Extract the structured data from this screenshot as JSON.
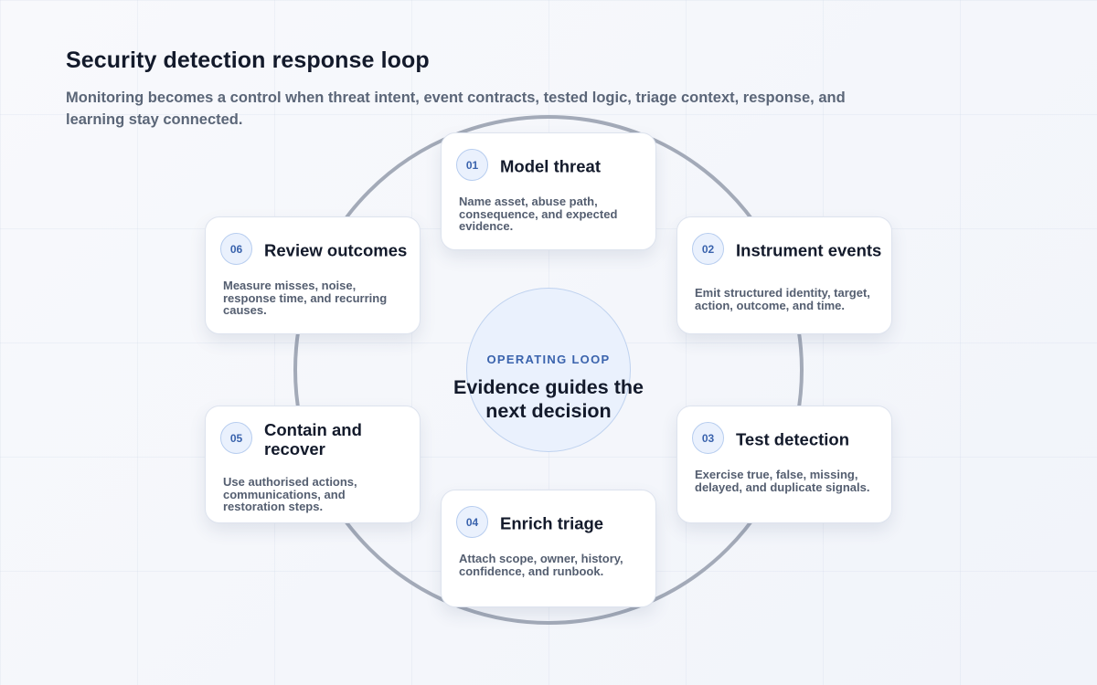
{
  "header": {
    "title": "Security detection response loop",
    "subtitle": "Monitoring becomes a control when threat intent, event contracts, tested logic, triage context, response, and learning stay connected."
  },
  "center": {
    "kicker": "OPERATING LOOP",
    "text": "Evidence guides the next decision"
  },
  "steps": [
    {
      "number": "01",
      "title": "Model threat",
      "description": "Name asset, abuse path, consequence, and expected evidence."
    },
    {
      "number": "02",
      "title": "Instrument events",
      "description": "Emit structured identity, target, action, outcome, and time."
    },
    {
      "number": "03",
      "title": "Test detection",
      "description": "Exercise true, false, missing, delayed, and duplicate signals."
    },
    {
      "number": "04",
      "title": "Enrich triage",
      "description": "Attach scope, owner, history, confidence, and runbook."
    },
    {
      "number": "05",
      "title": "Contain and recover",
      "description": "Use authorised actions, communications, and restoration steps."
    },
    {
      "number": "06",
      "title": "Review outcomes",
      "description": "Measure misses, noise, response time, and recurring causes."
    }
  ],
  "colors": {
    "accent": "#3a63ad",
    "ring": "#a3aab8",
    "title": "#131a2b",
    "muted": "#5b6678"
  }
}
